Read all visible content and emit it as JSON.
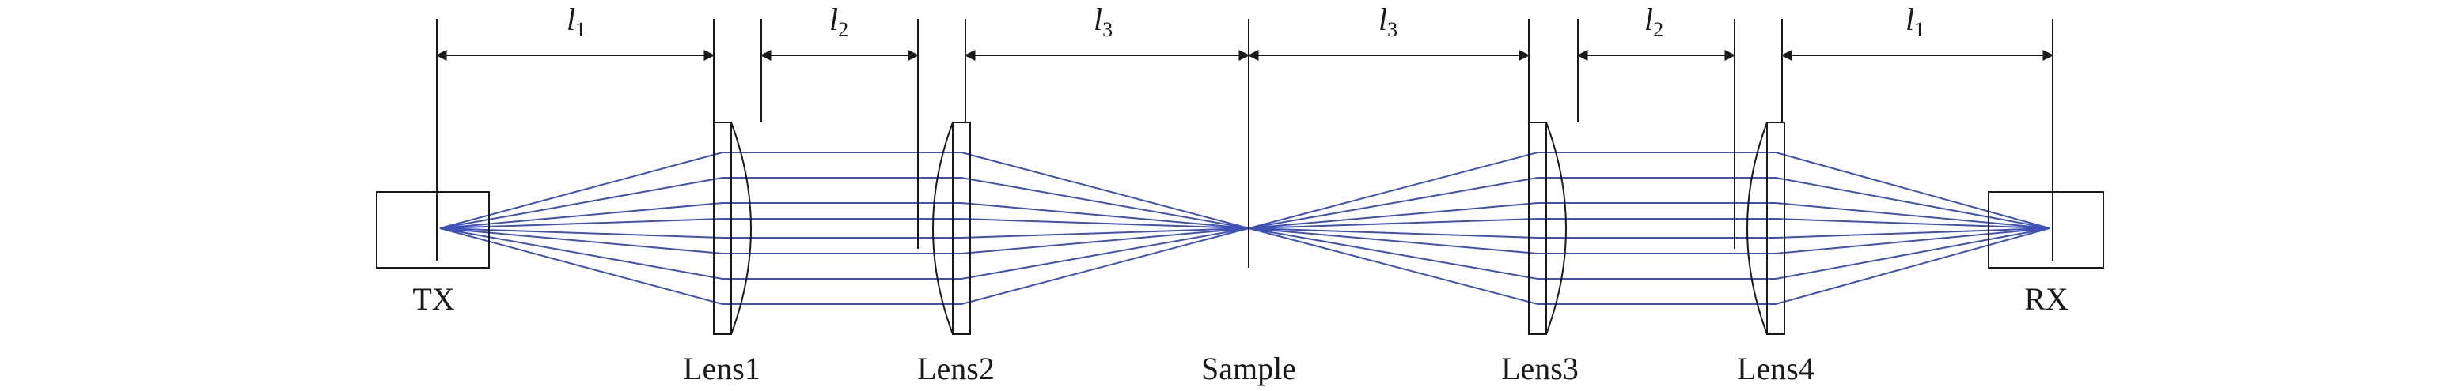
{
  "components": {
    "tx": "TX",
    "rx": "RX",
    "lens1": "Lens1",
    "lens2": "Lens2",
    "sample": "Sample",
    "lens3": "Lens3",
    "lens4": "Lens4"
  },
  "distances": [
    {
      "symbol": "l",
      "subscript": "1"
    },
    {
      "symbol": "l",
      "subscript": "2"
    },
    {
      "symbol": "l",
      "subscript": "3"
    },
    {
      "symbol": "l",
      "subscript": "3"
    },
    {
      "symbol": "l",
      "subscript": "2"
    },
    {
      "symbol": "l",
      "subscript": "1"
    }
  ],
  "colors": {
    "beam": "#3f51b5",
    "line": "#1a1a1a"
  }
}
